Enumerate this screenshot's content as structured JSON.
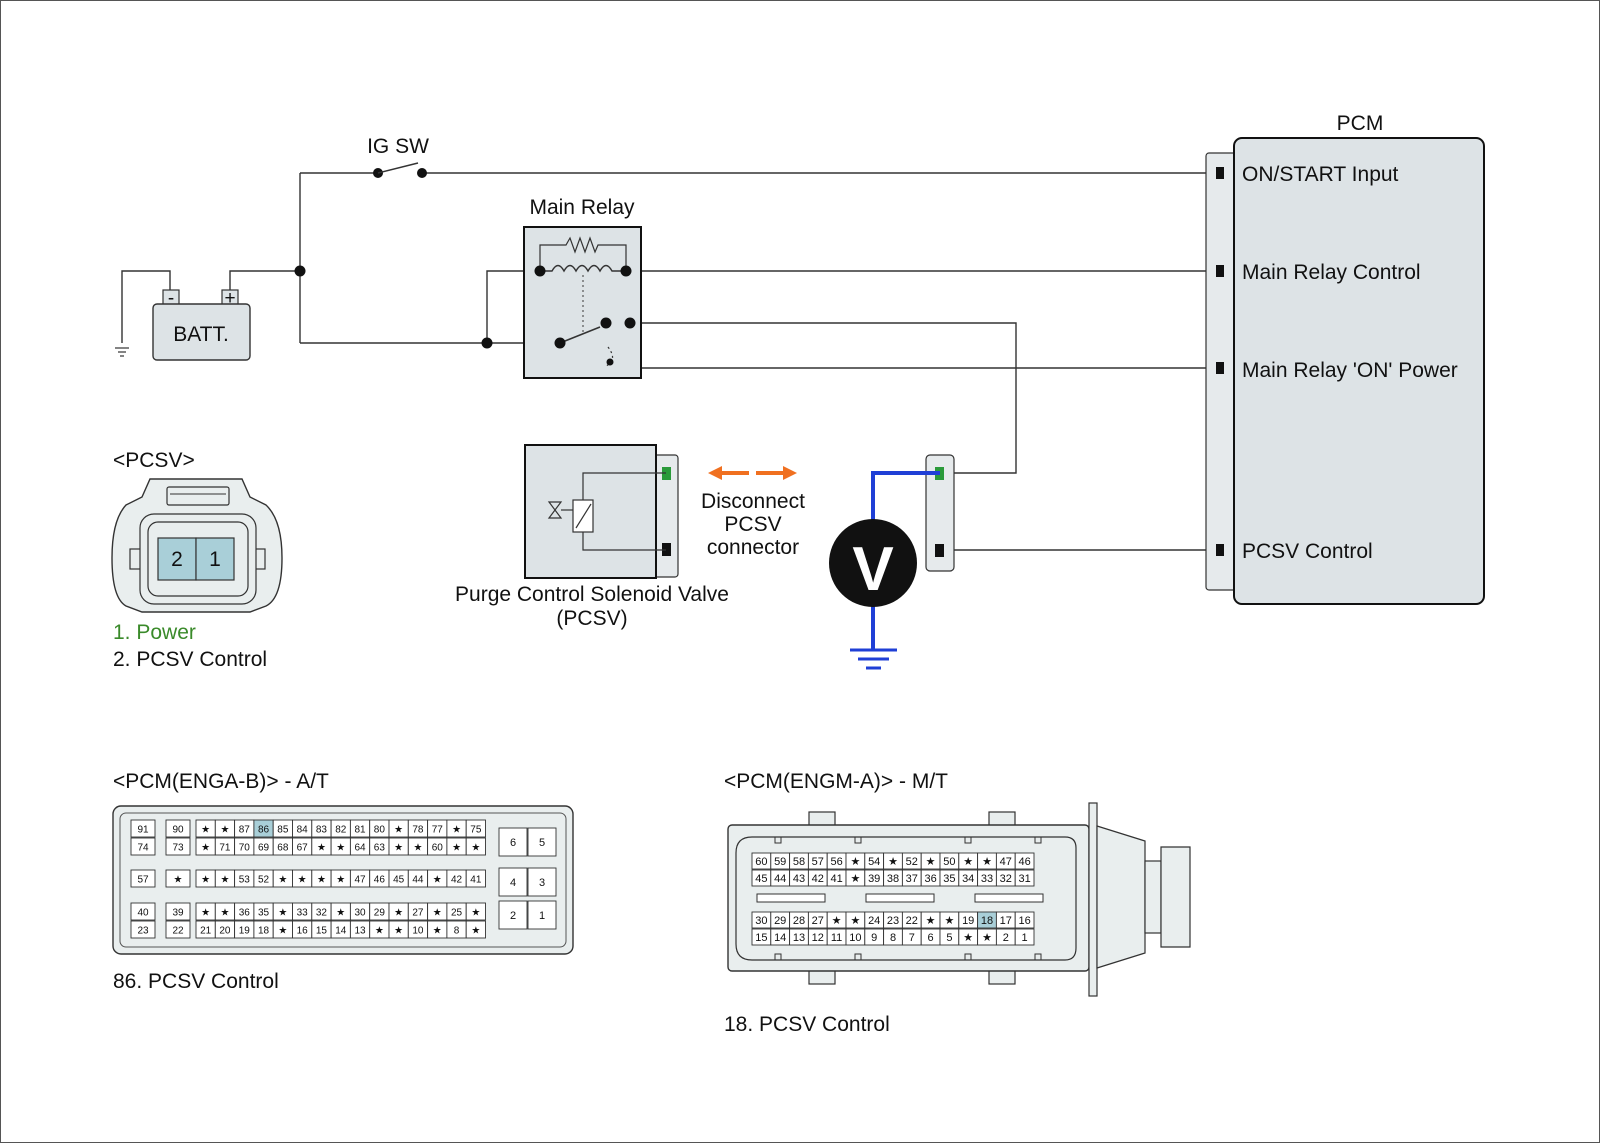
{
  "labels": {
    "ig_sw": "IG SW",
    "main_relay": "Main Relay",
    "batt": "BATT.",
    "batt_minus": "-",
    "batt_plus": "+",
    "pcm": "PCM",
    "pcm_pins": [
      "ON/START Input",
      "Main Relay Control",
      "Main Relay 'ON' Power",
      "PCSV Control"
    ],
    "pcsv_connector": "<PCSV>",
    "pcsv_cavity_2": "2",
    "pcsv_cavity_1": "1",
    "pcsv_pin_1": "1. Power",
    "pcsv_pin_2": "2. PCSV Control",
    "valve_line1": "Purge Control Solenoid Valve",
    "valve_line2": "(PCSV)",
    "disconnect": [
      "Disconnect",
      "PCSV",
      "connector"
    ],
    "voltmeter": "V",
    "conn_at_title": "<PCM(ENGA-B)> - A/T",
    "conn_at_note": "86. PCSV Control",
    "conn_mt_title": "<PCM(ENGM-A)> - M/T",
    "conn_mt_note": "18. PCSV Control"
  },
  "colors": {
    "wire": "#333333",
    "voltmeter_lead": "#1f3fd6",
    "arrow": "#f07020",
    "power_text": "#3a8a2a",
    "power_pin": "#2a9a3a",
    "highlight_pin": "#a9cfd8",
    "connector_fill": "#e9eeee",
    "cavity_fill": "#a9cfd8"
  },
  "connector_at": {
    "row1": [
      "91",
      "90",
      "★",
      "★",
      "87",
      "86",
      "85",
      "84",
      "83",
      "82",
      "81",
      "80",
      "★",
      "78",
      "77",
      "★",
      "75"
    ],
    "row2": [
      "74",
      "73",
      "★",
      "71",
      "70",
      "69",
      "68",
      "67",
      "★",
      "★",
      "64",
      "63",
      "★",
      "★",
      "60",
      "★",
      "★"
    ],
    "row3": [
      "57",
      "★",
      "★",
      "★",
      "53",
      "52",
      "★",
      "★",
      "★",
      "★",
      "47",
      "46",
      "45",
      "44",
      "★",
      "42",
      "41"
    ],
    "row4": [
      "40",
      "39",
      "★",
      "★",
      "36",
      "35",
      "★",
      "33",
      "32",
      "★",
      "30",
      "29",
      "★",
      "27",
      "★",
      "25",
      "★"
    ],
    "row5": [
      "23",
      "22",
      "21",
      "20",
      "19",
      "18",
      "★",
      "16",
      "15",
      "14",
      "13",
      "★",
      "★",
      "10",
      "★",
      "8",
      "★"
    ],
    "side_pins": [
      [
        "6",
        "5"
      ],
      [
        "4",
        "3"
      ],
      [
        "2",
        "1"
      ]
    ],
    "highlight": "86"
  },
  "connector_mt": {
    "row1": [
      "60",
      "59",
      "58",
      "57",
      "56",
      "★",
      "54",
      "★",
      "52",
      "★",
      "50",
      "★",
      "★",
      "47",
      "46"
    ],
    "row2": [
      "45",
      "44",
      "43",
      "42",
      "41",
      "★",
      "39",
      "38",
      "37",
      "36",
      "35",
      "34",
      "33",
      "32",
      "31"
    ],
    "row3": [
      "30",
      "29",
      "28",
      "27",
      "★",
      "★",
      "24",
      "23",
      "22",
      "★",
      "★",
      "19",
      "18",
      "17",
      "16"
    ],
    "row4": [
      "15",
      "14",
      "13",
      "12",
      "11",
      "10",
      "9",
      "8",
      "7",
      "6",
      "5",
      "★",
      "★",
      "2",
      "1"
    ],
    "highlight": "18"
  }
}
